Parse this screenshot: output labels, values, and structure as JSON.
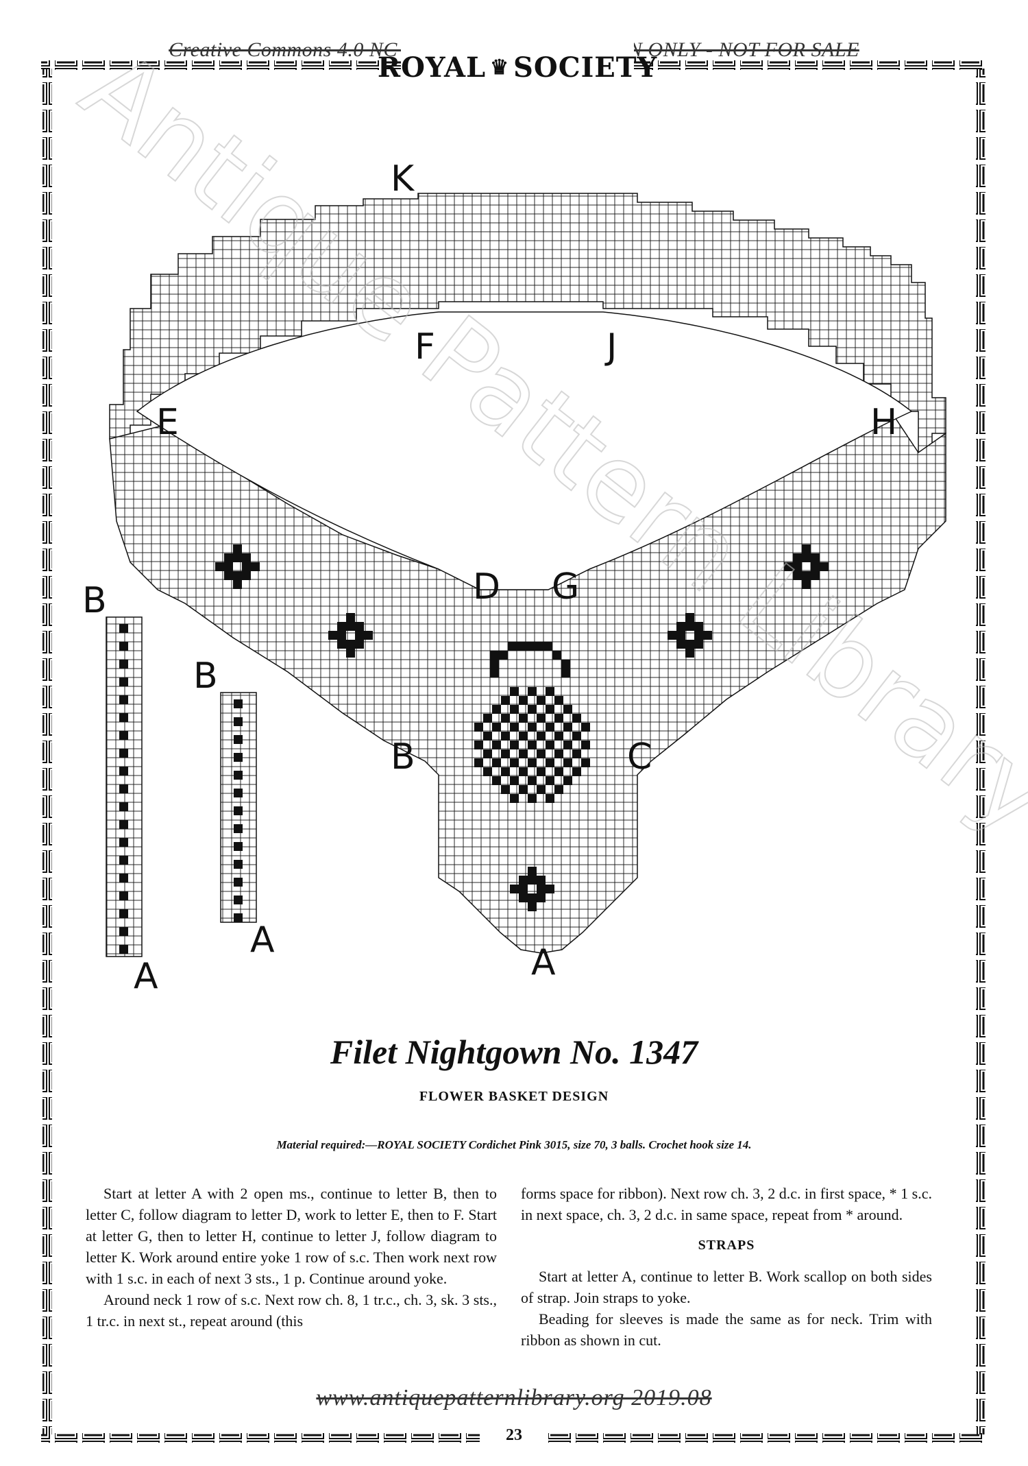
{
  "license_notice": "Creative Commons 4.0 NC SA - FREE DISTRIBUTION ONLY - NOT FOR SALE",
  "brand": {
    "left": "ROYAL",
    "right": "SOCIETY",
    "crown_icon": "crown-icon"
  },
  "diagram": {
    "labels": {
      "K": "K",
      "F": "F",
      "J": "J",
      "E": "E",
      "H": "H",
      "D": "D",
      "G": "G",
      "B_main": "B",
      "C": "C",
      "A_main": "A",
      "B_strap_long": "B",
      "A_strap_long": "A",
      "B_strap_short": "B",
      "A_strap_short": "A"
    },
    "ink_color": "#111111"
  },
  "title": "Filet Nightgown No. 1347",
  "subtitle": "FLOWER BASKET DESIGN",
  "material": "Material required:—ROYAL SOCIETY Cordichet Pink 3015, size 70, 3 balls.   Crochet hook size 14.",
  "instructions": {
    "p1": "Start at letter A with 2 open ms., continue to letter B, then to letter C, follow diagram to letter D, work to letter E, then to F.  Start at letter G, then to letter H, continue to letter J, follow diagram to letter K.  Work around entire yoke 1 row of s.c.  Then work next row with 1 s.c. in each of next 3 sts., 1 p.  Continue around yoke.",
    "p2": "Around neck 1 row of s.c.  Next row ch. 8, 1 tr.c., ch. 3, sk. 3 sts., 1 tr.c. in next st., repeat around (this",
    "p3": "forms space for ribbon).  Next row ch. 3, 2 d.c. in first space, * 1 s.c. in next space, ch. 3, 2 d.c. in same space, repeat from * around.",
    "straps_heading": "STRAPS",
    "p4": "Start at letter A, continue to letter B.  Work scallop on both sides of strap.  Join straps to yoke.",
    "p5": "Beading for sleeves is made the same as for neck.  Trim with ribbon as shown in cut."
  },
  "footer": {
    "url": "www.antiquepatternlibrary.org 2019.08",
    "page_number": "23"
  },
  "watermark": "Antique Pattern Library"
}
